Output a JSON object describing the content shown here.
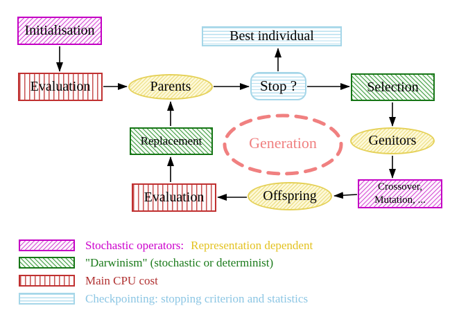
{
  "nodes": {
    "initialisation": "Initialisation",
    "evaluation_top": "Evaluation",
    "parents": "Parents",
    "best_individual": "Best individual",
    "stop": "Stop ?",
    "selection": "Selection",
    "replacement": "Replacement",
    "generation": "Generation",
    "genitors": "Genitors",
    "evaluation_bottom": "Evaluation",
    "offspring": "Offspring",
    "crossover_line1": "Crossover,",
    "crossover_line2": "Mutation, ..."
  },
  "legend": {
    "rows": [
      {
        "swatch": "magenta-hatch",
        "label": "Stochastic operators:",
        "label2": "Representation dependent"
      },
      {
        "swatch": "green-hatch",
        "label": "\"Darwinism\" (stochastic or determinist)"
      },
      {
        "swatch": "red-vertical-stripes",
        "label": "Main CPU cost"
      },
      {
        "swatch": "cyan-horizontal-stripes",
        "label": "Checkpointing: stopping criterion and statistics"
      }
    ]
  },
  "colors": {
    "magenta": "#cc00cc",
    "green": "#1a7a1a",
    "red": "#c03030",
    "dark_red_text": "#b03030",
    "cyan": "#a5d6e8",
    "sky_blue_text": "#8cc6e4",
    "yellow": "#e5d158",
    "gold_text": "#e3c220",
    "salmon": "#f08080",
    "arrow": "#000000"
  }
}
